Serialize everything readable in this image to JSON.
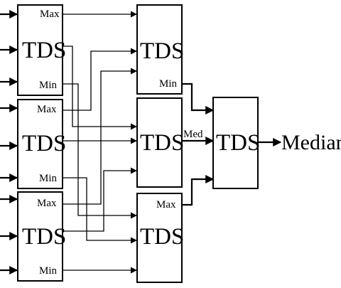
{
  "block_label": "TDS",
  "port_max": "Max",
  "port_min": "Min",
  "port_med": "Med",
  "output_label": "Median"
}
